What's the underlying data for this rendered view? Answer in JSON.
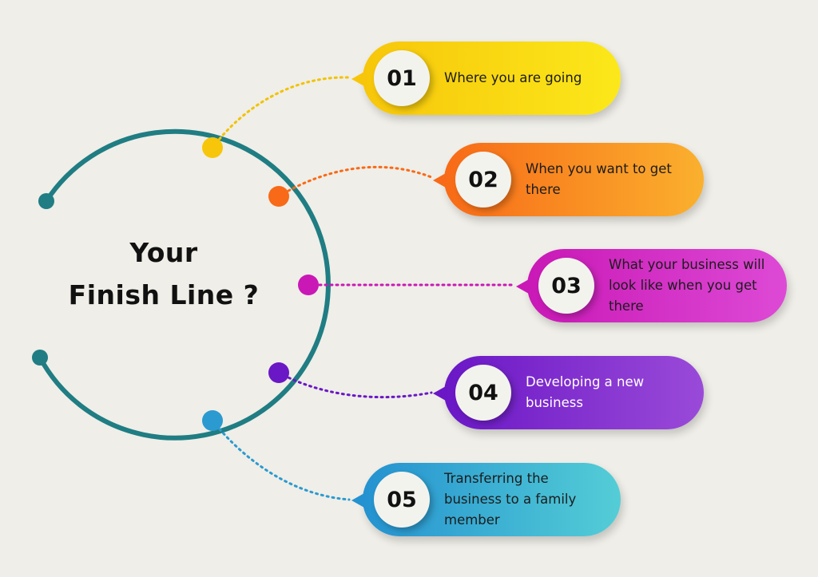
{
  "title": {
    "line1": "Your",
    "line2": "Finish Line ?"
  },
  "colors": {
    "background": "#efeee8",
    "arc": "#1f7d83",
    "step1": "#f7c60a",
    "step2": "#f86a17",
    "step3": "#c918b6",
    "step4": "#6a17c6",
    "step5": "#2492d0"
  },
  "steps": [
    {
      "number": "01",
      "text": "Where you are going"
    },
    {
      "number": "02",
      "text": "When you want to get there"
    },
    {
      "number": "03",
      "text": "What your business will look like when you get there"
    },
    {
      "number": "04",
      "text": "Developing a new business"
    },
    {
      "number": "05",
      "text": "Transferring the business to a family member"
    }
  ]
}
